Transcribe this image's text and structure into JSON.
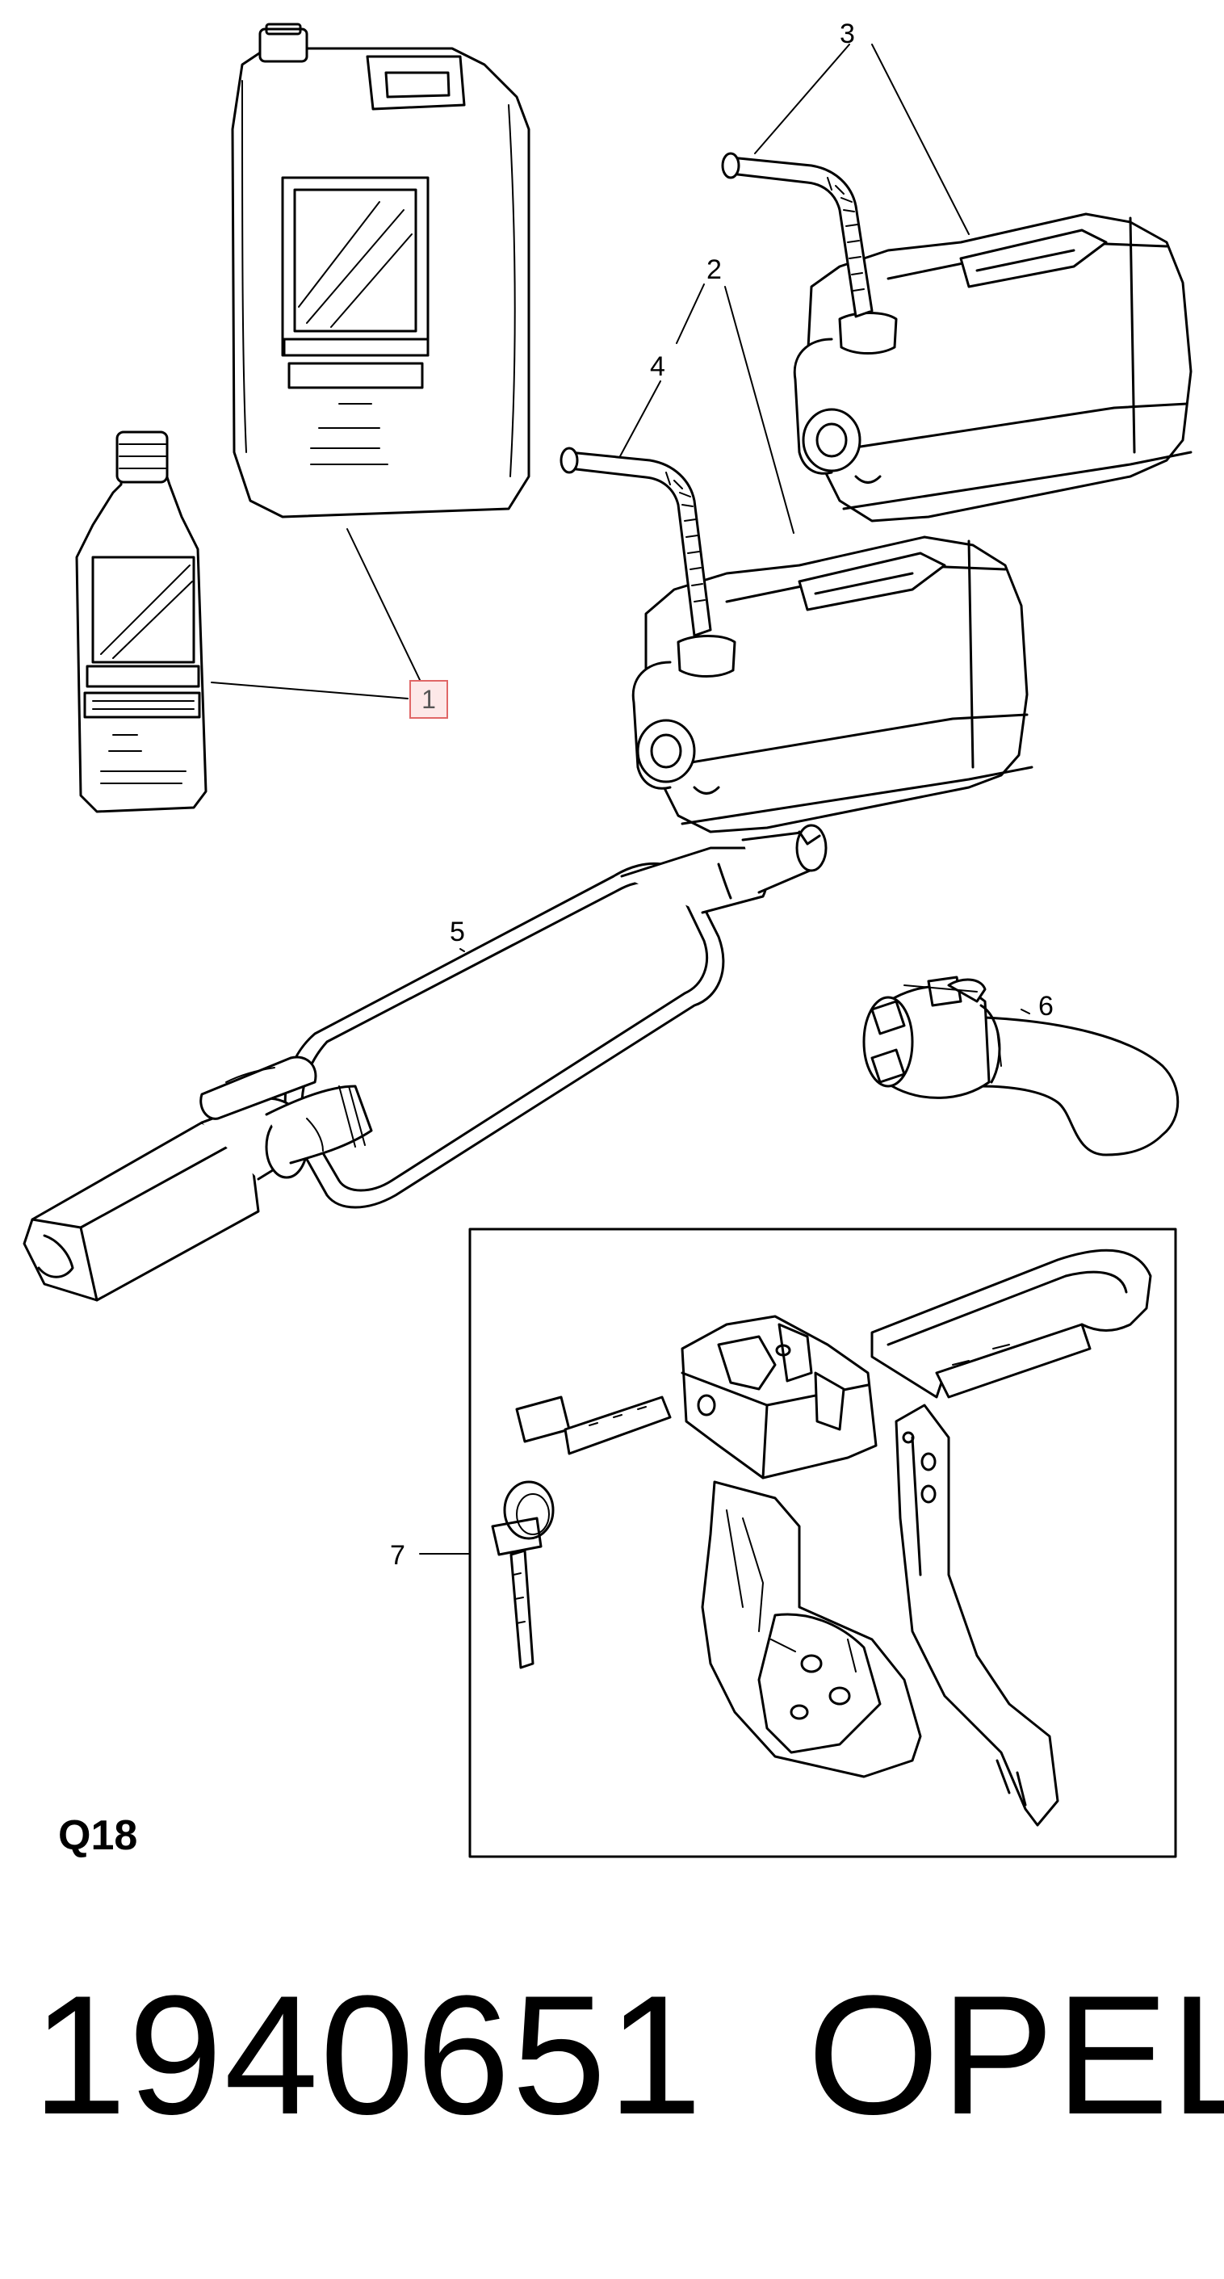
{
  "diagram": {
    "callouts": {
      "c1": "1",
      "c2": "2",
      "c3": "3",
      "c4": "4",
      "c5": "5",
      "c6": "6",
      "c7": "7"
    },
    "code": "Q18"
  },
  "footer": {
    "part_number": "1940651",
    "brand": "OPEL"
  },
  "colors": {
    "highlight_border": "#e06666",
    "highlight_fill": "#fde8e8",
    "ink": "#000000"
  }
}
